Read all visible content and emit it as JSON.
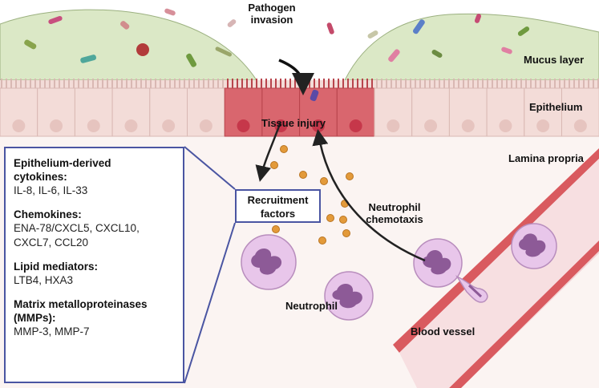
{
  "labels": {
    "pathogen_invasion": "Pathogen\ninvasion",
    "mucus_layer": "Mucus layer",
    "epithelium": "Epithelium",
    "tissue_injury": "Tissue injury",
    "lamina_propria": "Lamina propria",
    "recruitment_factors": "Recruitment\nfactors",
    "neutrophil_chemotaxis": "Neutrophil\nchemotaxis",
    "neutrophil": "Neutrophil",
    "blood_vessel": "Blood vessel"
  },
  "factor_box": {
    "sections": [
      {
        "title": "Epithelium-derived\ncytokines:",
        "body": "IL-8, IL-6, IL-33"
      },
      {
        "title": "Chemokines:",
        "body": "ENA-78/CXCL5, CXCL10,\nCXCL7, CCL20"
      },
      {
        "title": "Lipid mediators:",
        "body": "LTB4, HXA3"
      },
      {
        "title": "Matrix metalloproteinases\n(MMPs):",
        "body": "MMP-3, MMP-7"
      }
    ]
  },
  "colors": {
    "mucus": "#dbe8c6",
    "epithelium_cell": "#f3dcd8",
    "injured_cell": "#d9666e",
    "lamina_propria": "#fbf4f2",
    "box_border": "#4a55a2",
    "chemokine_dot": "#e39a3a",
    "neutrophil": "#d8b0da",
    "nucleus": "#8d5a97",
    "vessel": "#d95a5f"
  }
}
